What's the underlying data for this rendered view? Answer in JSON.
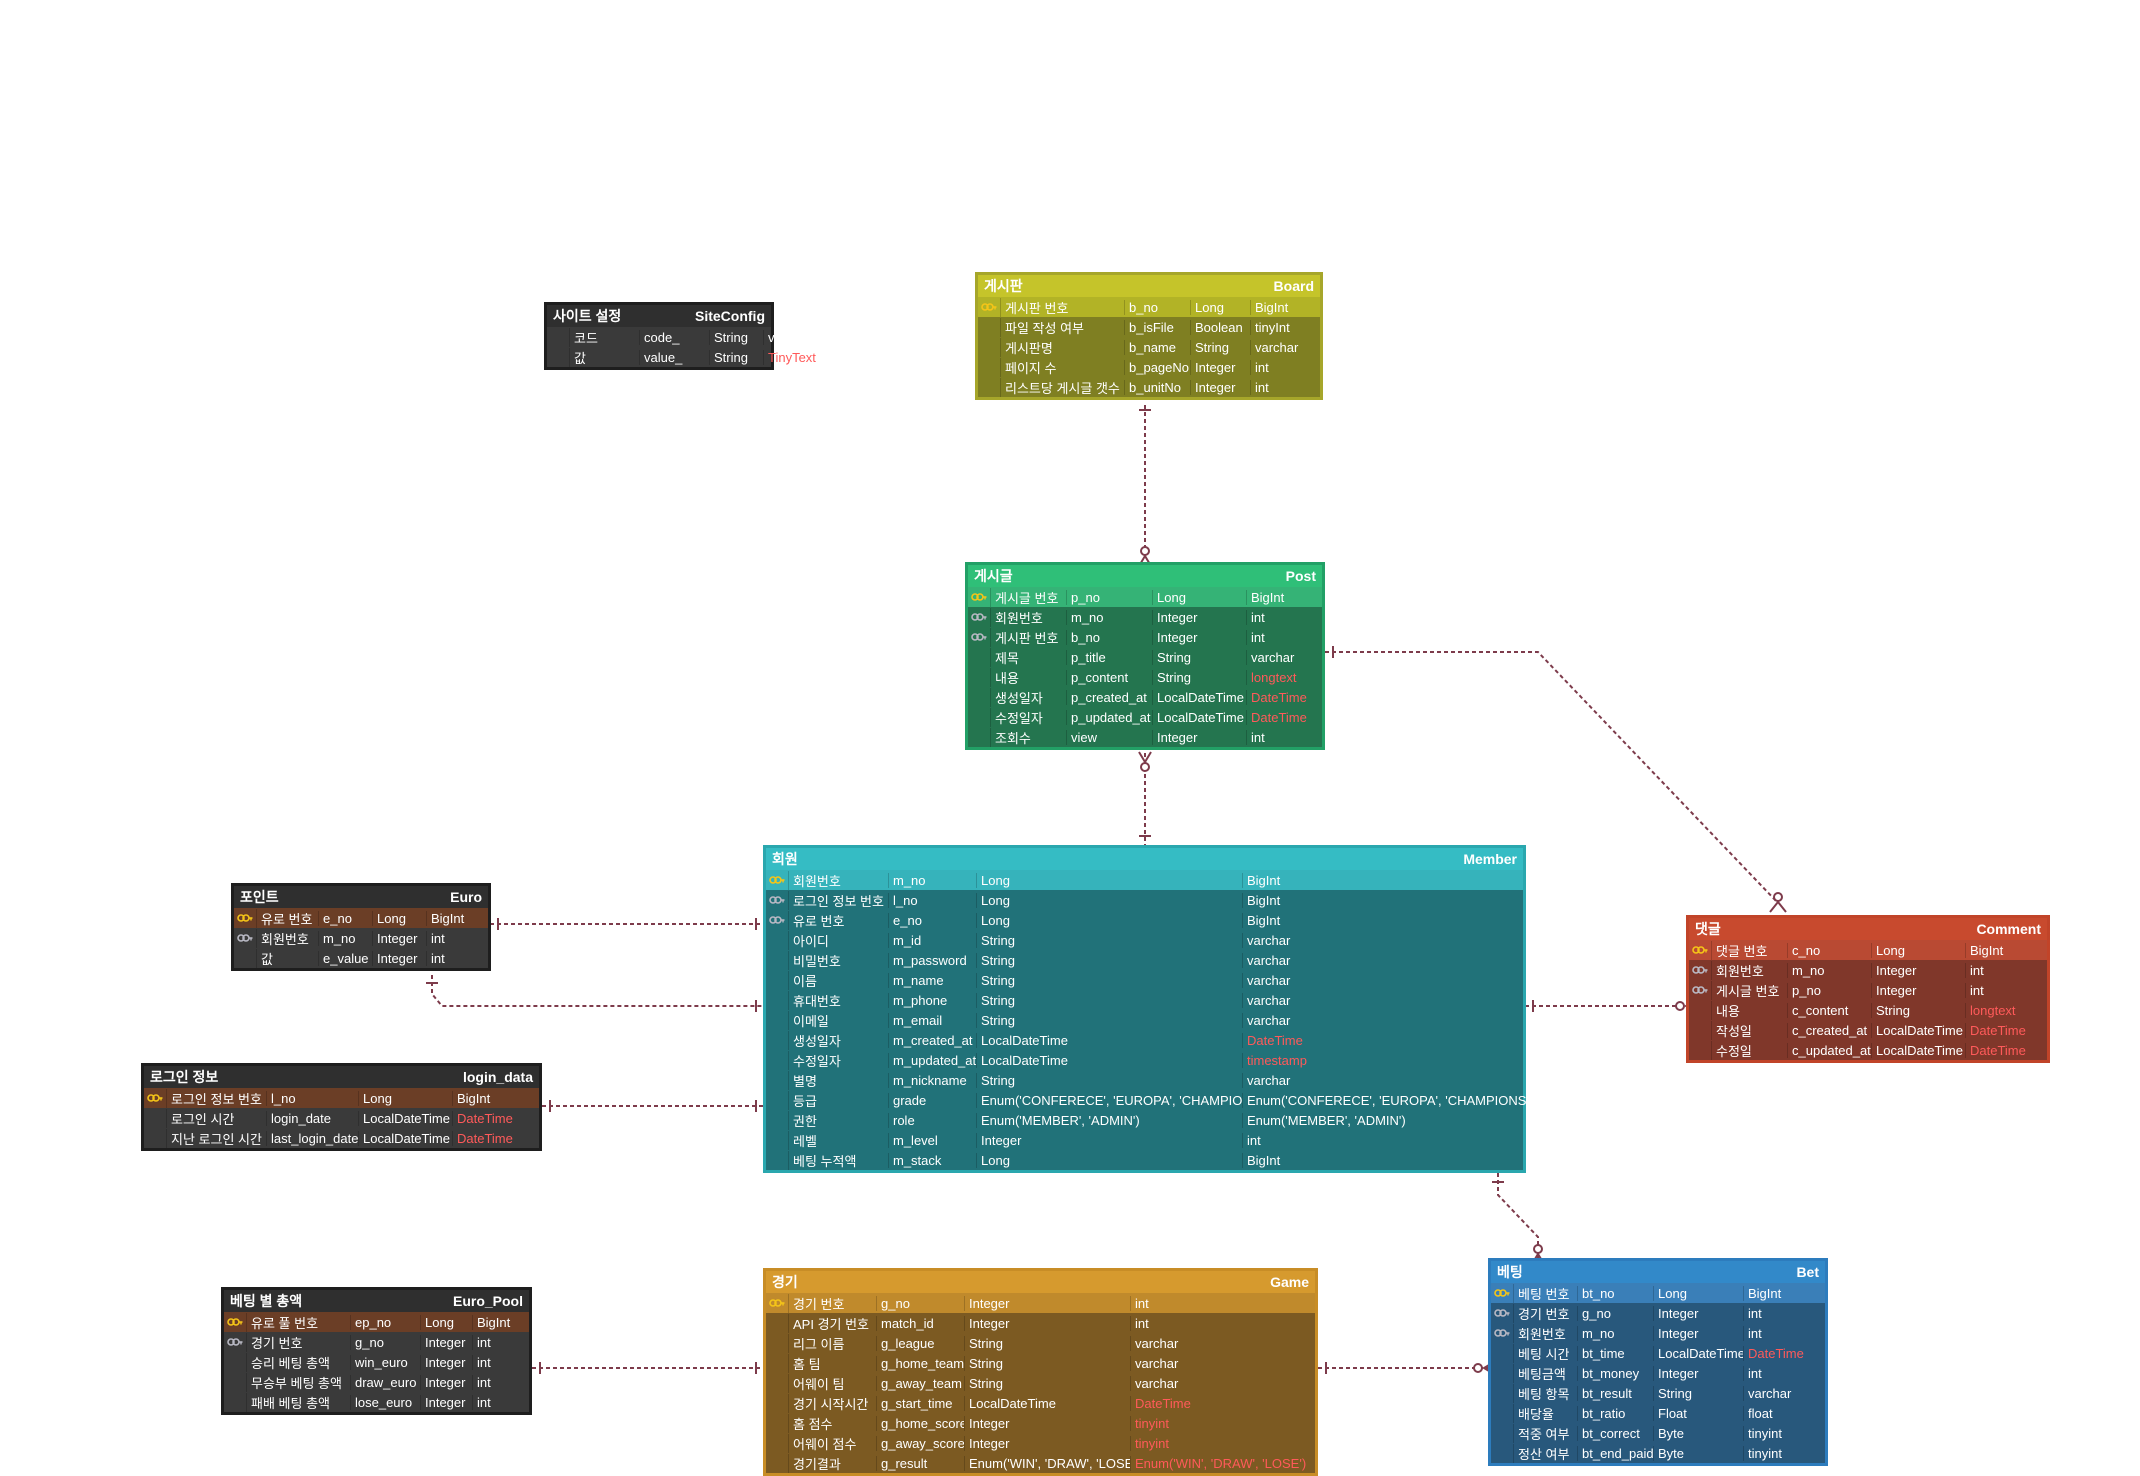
{
  "colors": {
    "line": "#7d3b4b",
    "null_type_text": "#ff5a5a"
  },
  "tables": [
    {
      "id": "siteconfig",
      "title": "사이트 설정",
      "name": "SiteConfig",
      "colors": {
        "header": "#2f2f2f",
        "body": "#3a3a3a",
        "pk": "#4a4a4a",
        "border": "#1e1e1e"
      },
      "rows": [
        {
          "key": "",
          "cols": [
            "코드",
            "code_",
            "String",
            "varchar"
          ]
        },
        {
          "key": "",
          "cols": [
            "값",
            "value_",
            "String",
            "TinyText"
          ],
          "red": true
        }
      ]
    },
    {
      "id": "board",
      "title": "게시판",
      "name": "Board",
      "colors": {
        "header": "#c5c42a",
        "body": "#7f7f22",
        "pk": "#b2b326",
        "border": "#a6a62a"
      },
      "rows": [
        {
          "key": "pk",
          "cols": [
            "게시판 번호",
            "b_no",
            "Long",
            "BigInt"
          ]
        },
        {
          "key": "",
          "cols": [
            "파일 작성 여부",
            "b_isFile",
            "Boolean",
            "tinyInt"
          ]
        },
        {
          "key": "",
          "cols": [
            "게시판명",
            "b_name",
            "String",
            "varchar"
          ]
        },
        {
          "key": "",
          "cols": [
            "페이지 수",
            "b_pageNo",
            "Integer",
            "int"
          ]
        },
        {
          "key": "",
          "cols": [
            "리스트당 게시글 갯수",
            "b_unitNo",
            "Integer",
            "int"
          ]
        }
      ]
    },
    {
      "id": "post",
      "title": "게시글",
      "name": "Post",
      "colors": {
        "header": "#2fbf78",
        "body": "#24754f",
        "pk": "#35b376",
        "border": "#22a066"
      },
      "rows": [
        {
          "key": "pk",
          "cols": [
            "게시글 번호",
            "p_no",
            "Long",
            "BigInt"
          ]
        },
        {
          "key": "fk",
          "cols": [
            "회원번호",
            "m_no",
            "Integer",
            "int"
          ]
        },
        {
          "key": "fk",
          "cols": [
            "게시판 번호",
            "b_no",
            "Integer",
            "int"
          ]
        },
        {
          "key": "",
          "cols": [
            "제목",
            "p_title",
            "String",
            "varchar"
          ]
        },
        {
          "key": "",
          "cols": [
            "내용",
            "p_content",
            "String",
            "longtext"
          ],
          "red": true
        },
        {
          "key": "",
          "cols": [
            "생성일자",
            "p_created_at",
            "LocalDateTime",
            "DateTime"
          ],
          "red": true
        },
        {
          "key": "",
          "cols": [
            "수정일자",
            "p_updated_at",
            "LocalDateTime",
            "DateTime"
          ],
          "red": true
        },
        {
          "key": "",
          "cols": [
            "조회수",
            "view",
            "Integer",
            "int"
          ]
        }
      ]
    },
    {
      "id": "member",
      "title": "회원",
      "name": "Member",
      "colors": {
        "header": "#35bcc4",
        "body": "#217279",
        "pk": "#36b3bb",
        "border": "#2aa7ae"
      },
      "rows": [
        {
          "key": "pk",
          "cols": [
            "회원번호",
            "m_no",
            "Long",
            "BigInt"
          ]
        },
        {
          "key": "fk",
          "cols": [
            "로그인 정보 번호",
            "l_no",
            "Long",
            "BigInt"
          ]
        },
        {
          "key": "fk",
          "cols": [
            "유로 번호",
            "e_no",
            "Long",
            "BigInt"
          ]
        },
        {
          "key": "",
          "cols": [
            "아이디",
            "m_id",
            "String",
            "varchar"
          ]
        },
        {
          "key": "",
          "cols": [
            "비밀번호",
            "m_password",
            "String",
            "varchar"
          ]
        },
        {
          "key": "",
          "cols": [
            "이름",
            "m_name",
            "String",
            "varchar"
          ]
        },
        {
          "key": "",
          "cols": [
            "휴대번호",
            "m_phone",
            "String",
            "varchar"
          ]
        },
        {
          "key": "",
          "cols": [
            "이메일",
            "m_email",
            "String",
            "varchar"
          ]
        },
        {
          "key": "",
          "cols": [
            "생성일자",
            "m_created_at",
            "LocalDateTime",
            "DateTime"
          ],
          "red": true
        },
        {
          "key": "",
          "cols": [
            "수정일자",
            "m_updated_at",
            "LocalDateTime",
            "timestamp"
          ],
          "red": true
        },
        {
          "key": "",
          "cols": [
            "별명",
            "m_nickname",
            "String",
            "varchar"
          ]
        },
        {
          "key": "",
          "cols": [
            "등급",
            "grade",
            "Enum('CONFERECE', 'EUROPA', 'CHAMPIONS')",
            "Enum('CONFERECE', 'EUROPA', 'CHAMPIONS')"
          ]
        },
        {
          "key": "",
          "cols": [
            "권한",
            "role",
            "Enum('MEMBER', 'ADMIN')",
            "Enum('MEMBER', 'ADMIN')"
          ]
        },
        {
          "key": "",
          "cols": [
            "레벨",
            "m_level",
            "Integer",
            "int"
          ]
        },
        {
          "key": "",
          "cols": [
            "베팅 누적액",
            "m_stack",
            "Long",
            "BigInt"
          ]
        }
      ]
    },
    {
      "id": "euro",
      "title": "포인트",
      "name": "Euro",
      "colors": {
        "header": "#2f2f2f",
        "body": "#3a3a3a",
        "pk": "#6b3e26",
        "border": "#1e1e1e"
      },
      "rows": [
        {
          "key": "pk",
          "cols": [
            "유로 번호",
            "e_no",
            "Long",
            "BigInt"
          ]
        },
        {
          "key": "fk",
          "cols": [
            "회원번호",
            "m_no",
            "Integer",
            "int"
          ]
        },
        {
          "key": "",
          "cols": [
            "값",
            "e_value",
            "Integer",
            "int"
          ]
        }
      ]
    },
    {
      "id": "login",
      "title": "로그인 정보",
      "name": "login_data",
      "colors": {
        "header": "#2f2f2f",
        "body": "#3a3a3a",
        "pk": "#6b3e26",
        "border": "#1e1e1e"
      },
      "rows": [
        {
          "key": "pk",
          "cols": [
            "로그인 정보 번호",
            "l_no",
            "Long",
            "BigInt"
          ]
        },
        {
          "key": "",
          "cols": [
            "로그인 시간",
            "login_date",
            "LocalDateTime",
            "DateTime"
          ],
          "red": true
        },
        {
          "key": "",
          "cols": [
            "지난 로그인 시간",
            "last_login_date",
            "LocalDateTime",
            "DateTime"
          ],
          "red": true
        }
      ]
    },
    {
      "id": "comment",
      "title": "댓글",
      "name": "Comment",
      "colors": {
        "header": "#c84a2e",
        "body": "#80372a",
        "pk": "#b94a33",
        "border": "#c14429"
      },
      "rows": [
        {
          "key": "pk",
          "cols": [
            "댓글 번호",
            "c_no",
            "Long",
            "BigInt"
          ]
        },
        {
          "key": "fk",
          "cols": [
            "회원번호",
            "m_no",
            "Integer",
            "int"
          ]
        },
        {
          "key": "fk",
          "cols": [
            "게시글 번호",
            "p_no",
            "Integer",
            "int"
          ]
        },
        {
          "key": "",
          "cols": [
            "내용",
            "c_content",
            "String",
            "longtext"
          ],
          "red": true
        },
        {
          "key": "",
          "cols": [
            "작성일",
            "c_created_at",
            "LocalDateTime",
            "DateTime"
          ],
          "red": true
        },
        {
          "key": "",
          "cols": [
            "수정일",
            "c_updated_at",
            "LocalDateTime",
            "DateTime"
          ],
          "red": true
        }
      ]
    },
    {
      "id": "euro_pool",
      "title": "베팅 별 총액",
      "name": "Euro_Pool",
      "colors": {
        "header": "#2f2f2f",
        "body": "#3a3a3a",
        "pk": "#6b3e26",
        "border": "#1e1e1e"
      },
      "rows": [
        {
          "key": "pk",
          "cols": [
            "유로 풀 번호",
            "ep_no",
            "Long",
            "BigInt"
          ]
        },
        {
          "key": "fk",
          "cols": [
            "경기 번호",
            "g_no",
            "Integer",
            "int"
          ]
        },
        {
          "key": "",
          "cols": [
            "승리 베팅 총액",
            "win_euro",
            "Integer",
            "int"
          ]
        },
        {
          "key": "",
          "cols": [
            "무승부 베팅 총액",
            "draw_euro",
            "Integer",
            "int"
          ]
        },
        {
          "key": "",
          "cols": [
            "패배 베팅 총액",
            "lose_euro",
            "Integer",
            "int"
          ]
        }
      ]
    },
    {
      "id": "game",
      "title": "경기",
      "name": "Game",
      "colors": {
        "header": "#d69a2e",
        "body": "#7c5a22",
        "pk": "#c08a2c",
        "border": "#c88d26"
      },
      "rows": [
        {
          "key": "pk",
          "cols": [
            "경기 번호",
            "g_no",
            "Integer",
            "int"
          ]
        },
        {
          "key": "",
          "cols": [
            "API 경기 번호",
            "match_id",
            "Integer",
            "int"
          ]
        },
        {
          "key": "",
          "cols": [
            "리그 이름",
            "g_league",
            "String",
            "varchar"
          ]
        },
        {
          "key": "",
          "cols": [
            "홈 팀",
            "g_home_team",
            "String",
            "varchar"
          ]
        },
        {
          "key": "",
          "cols": [
            "어웨이 팀",
            "g_away_team",
            "String",
            "varchar"
          ]
        },
        {
          "key": "",
          "cols": [
            "경기 시작시간",
            "g_start_time",
            "LocalDateTime",
            "DateTime"
          ],
          "red": true
        },
        {
          "key": "",
          "cols": [
            "홈 점수",
            "g_home_score",
            "Integer",
            "tinyint"
          ],
          "red": true
        },
        {
          "key": "",
          "cols": [
            "어웨이 점수",
            "g_away_score",
            "Integer",
            "tinyint"
          ],
          "red": true
        },
        {
          "key": "",
          "cols": [
            "경기결과",
            "g_result",
            "Enum('WIN', 'DRAW', 'LOSE')",
            "Enum('WIN', 'DRAW', 'LOSE')"
          ],
          "red": true
        }
      ]
    },
    {
      "id": "bet",
      "title": "베팅",
      "name": "Bet",
      "colors": {
        "header": "#3289c9",
        "body": "#28587c",
        "pk": "#3a7fb8",
        "border": "#2d7cbd"
      },
      "rows": [
        {
          "key": "pk",
          "cols": [
            "베팅 번호",
            "bt_no",
            "Long",
            "BigInt"
          ]
        },
        {
          "key": "fk",
          "cols": [
            "경기 번호",
            "g_no",
            "Integer",
            "int"
          ]
        },
        {
          "key": "fk",
          "cols": [
            "회원번호",
            "m_no",
            "Integer",
            "int"
          ]
        },
        {
          "key": "",
          "cols": [
            "베팅 시간",
            "bt_time",
            "LocalDateTime",
            "DateTime"
          ],
          "red": true
        },
        {
          "key": "",
          "cols": [
            "베팅금액",
            "bt_money",
            "Integer",
            "int"
          ]
        },
        {
          "key": "",
          "cols": [
            "베팅 항목",
            "bt_result",
            "String",
            "varchar"
          ]
        },
        {
          "key": "",
          "cols": [
            "배당율",
            "bt_ratio",
            "Float",
            "float"
          ]
        },
        {
          "key": "",
          "cols": [
            "적중 여부",
            "bt_correct",
            "Byte",
            "tinyint"
          ]
        },
        {
          "key": "",
          "cols": [
            "정산 여부",
            "bt_end_paid",
            "Byte",
            "tinyint"
          ]
        }
      ]
    }
  ],
  "relationships": [
    {
      "from": "board",
      "to": "post",
      "from_end": "one",
      "to_end": "zero-or-many"
    },
    {
      "from": "post",
      "to": "member",
      "from_end": "zero-or-many",
      "to_end": "one"
    },
    {
      "from": "post",
      "to": "comment",
      "from_end": "one",
      "to_end": "zero-or-many"
    },
    {
      "from": "member",
      "to": "comment",
      "from_end": "one",
      "to_end": "zero-or-many"
    },
    {
      "from": "euro",
      "to": "member",
      "from_end": "one",
      "to_end": "one"
    },
    {
      "from": "euro",
      "to": "member",
      "from_end": "one",
      "to_end": "one"
    },
    {
      "from": "login",
      "to": "member",
      "from_end": "one",
      "to_end": "one"
    },
    {
      "from": "member",
      "to": "bet",
      "from_end": "one",
      "to_end": "zero-or-many"
    },
    {
      "from": "euro_pool",
      "to": "game",
      "from_end": "one",
      "to_end": "one"
    },
    {
      "from": "game",
      "to": "bet",
      "from_end": "one",
      "to_end": "zero-or-many"
    }
  ]
}
